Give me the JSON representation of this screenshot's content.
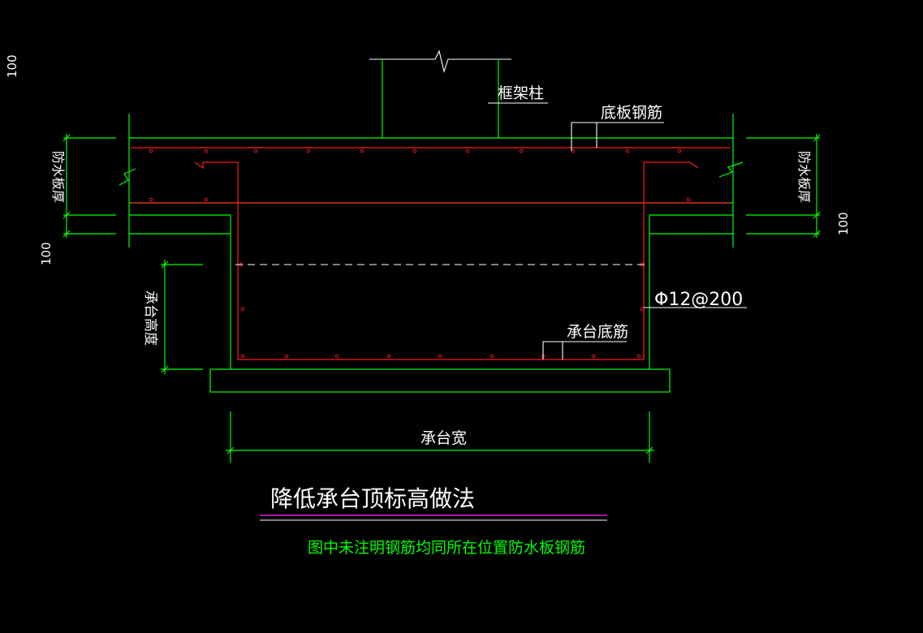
{
  "colors": {
    "background": "#000000",
    "outline": "#00ff00",
    "rebar": "#ff1a1a",
    "text": "#ffffff",
    "underline": "#e01ee0",
    "note": "#00ff00"
  },
  "labels": {
    "column": "框架柱",
    "slab_rebar": "底板钢筋",
    "slab_thickness_left": "防水板厚",
    "slab_thickness_right": "防水板厚",
    "dim_100_top_left": "100",
    "dim_100_left": "100",
    "dim_100_right": "100",
    "cap_height": "承台高度",
    "stirrup_spec": "Φ12@200",
    "cap_bottom_rebar": "承台底筋",
    "cap_width": "承台宽"
  },
  "title": "降低承台顶标高做法",
  "note": "图中未注明钢筋均同所在位置防水板钢筋"
}
